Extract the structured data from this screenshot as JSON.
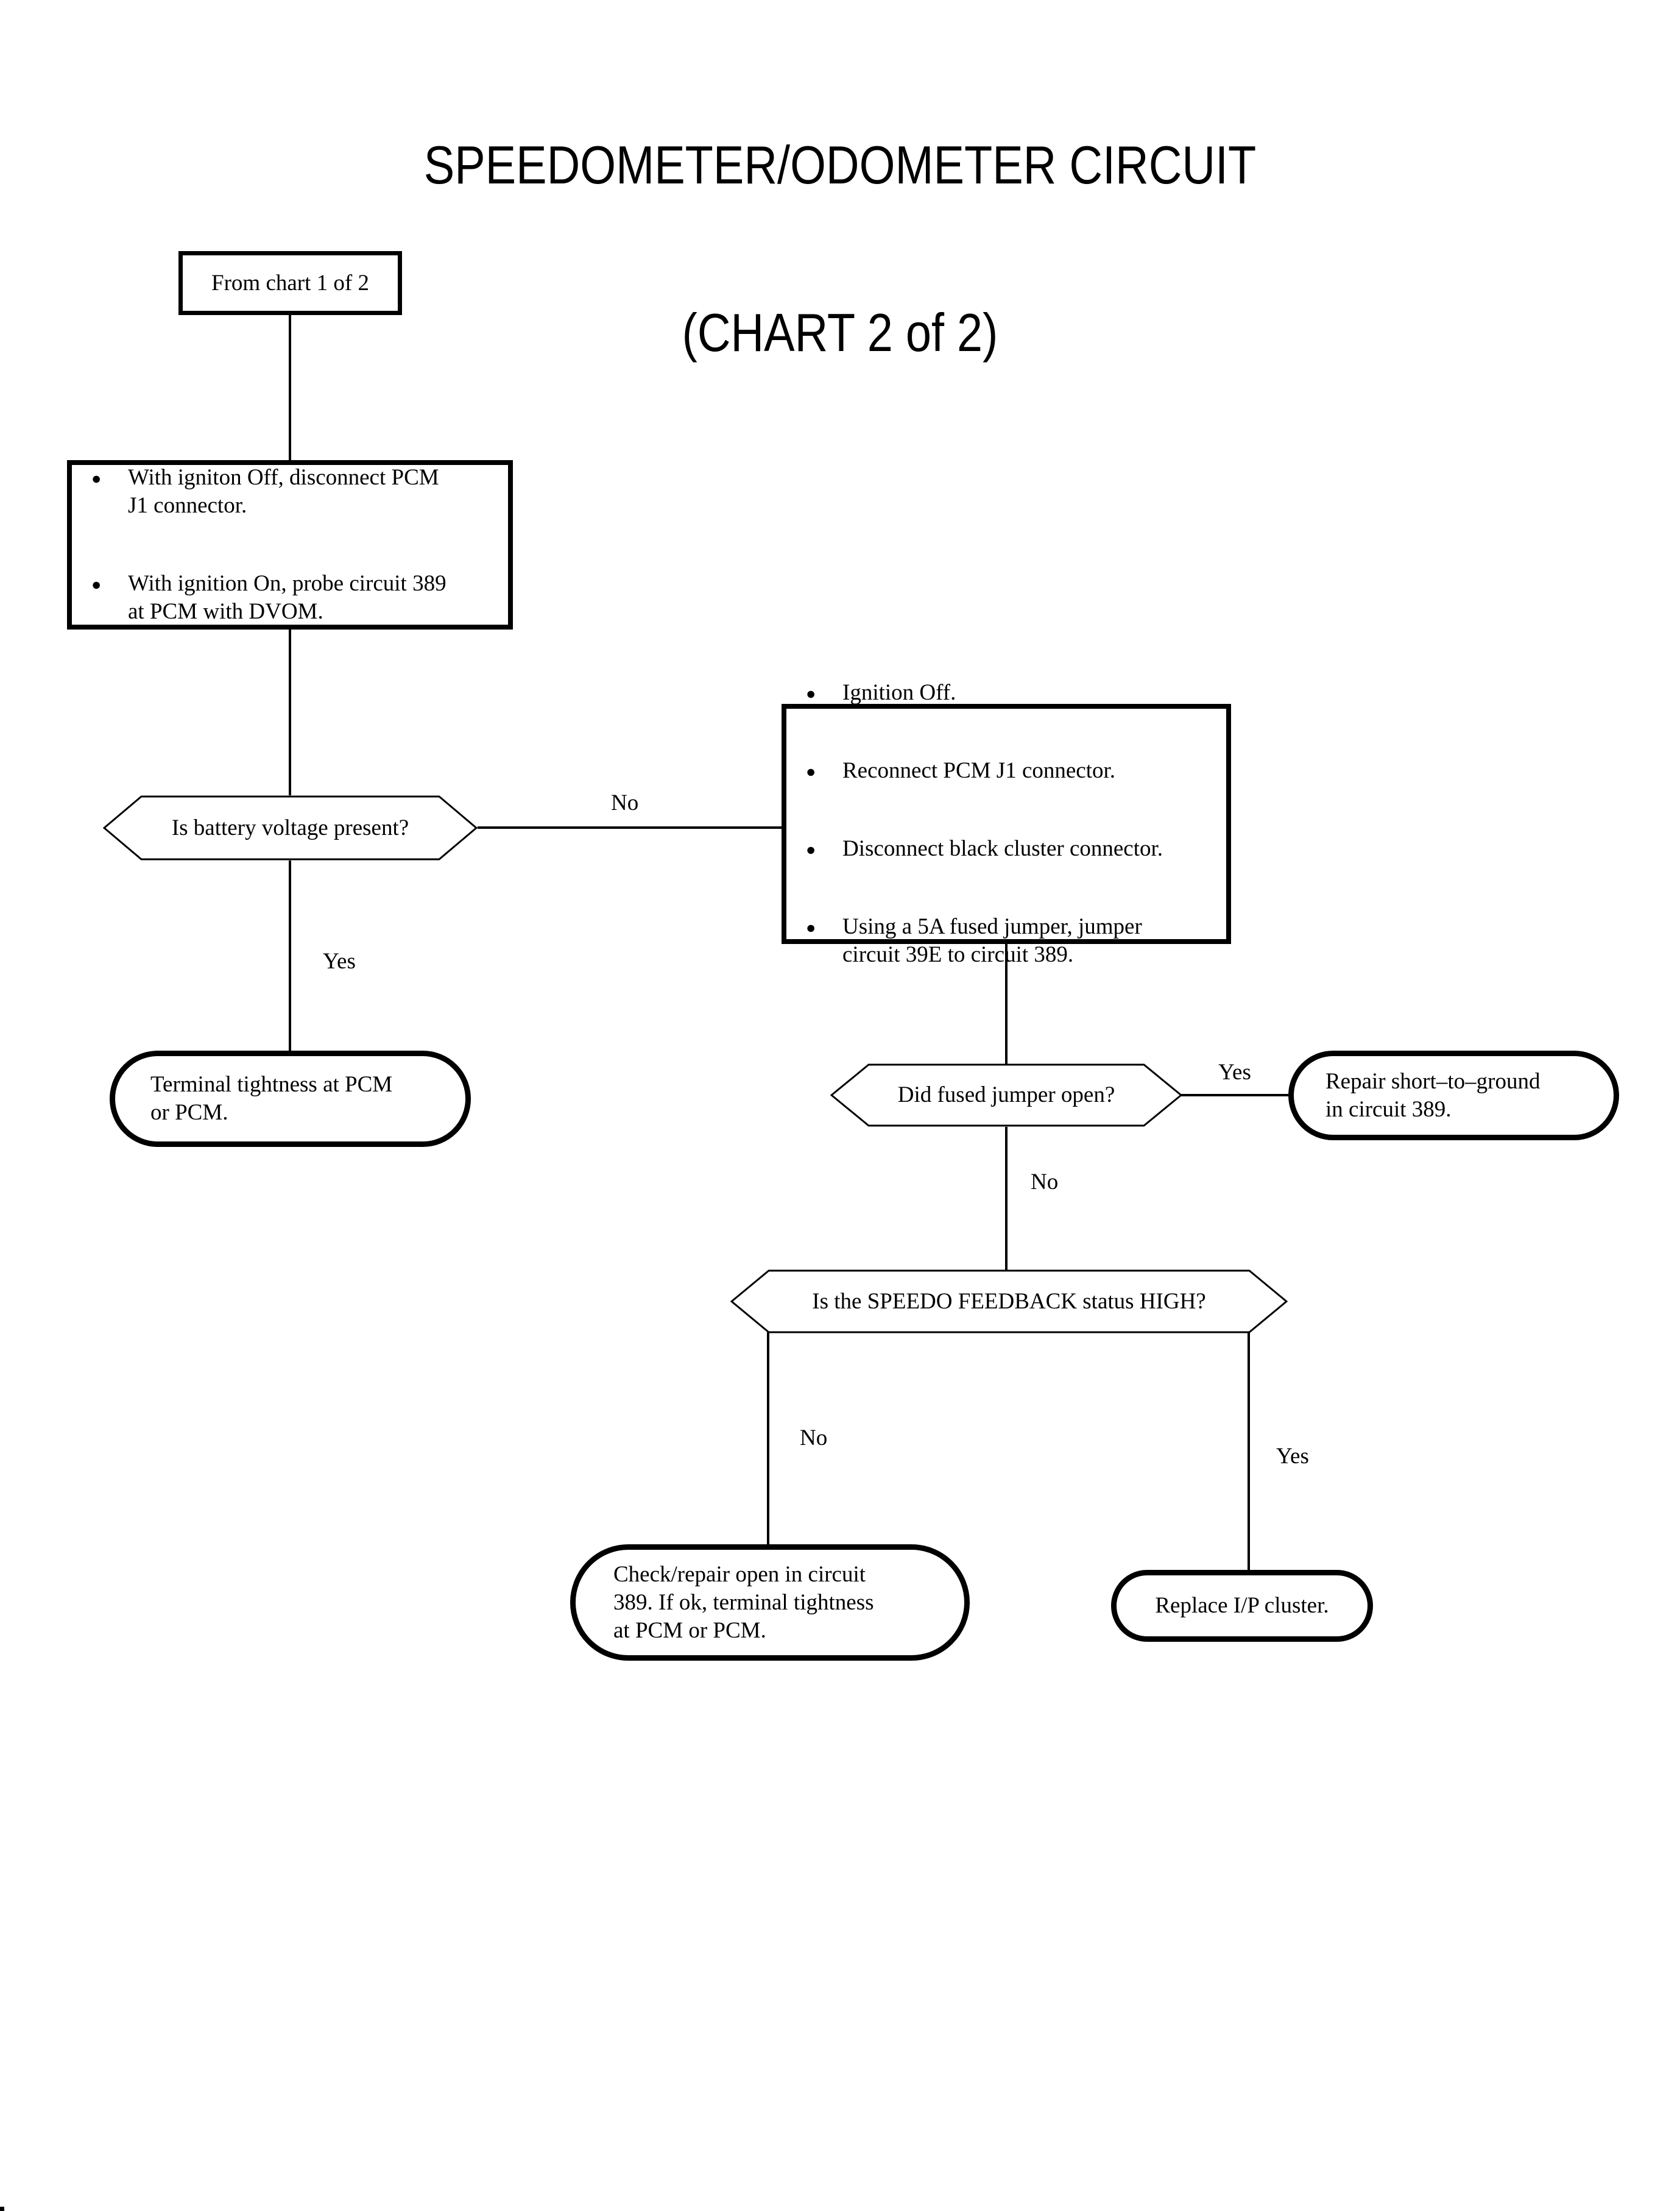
{
  "title": {
    "line1": "SPEEDOMETER/ODOMETER CIRCUIT",
    "line2": "(CHART 2 of 2)"
  },
  "colors": {
    "ink": "#000000",
    "paper": "#ffffff"
  },
  "nodes": {
    "start": {
      "label": "From chart 1 of 2"
    },
    "probe_battery": {
      "bullets": [
        "With igniton Off, disconnect PCM\nJ1 connector.",
        "With ignition On, probe circuit 389\nat PCM with DVOM."
      ]
    },
    "decision_battery": {
      "label": "Is battery voltage present?"
    },
    "terminal_tightness": {
      "label": "Terminal tightness at PCM\nor PCM."
    },
    "jumper_setup": {
      "bullets": [
        "Ignition Off.",
        "Reconnect PCM J1 connector.",
        "Disconnect black cluster connector.",
        "Using a 5A fused jumper, jumper\ncircuit 39E to circuit 389."
      ]
    },
    "decision_jumper": {
      "label": "Did fused jumper open?"
    },
    "repair_short": {
      "label": "Repair short–to–ground\nin circuit 389."
    },
    "decision_speedo": {
      "label": "Is the SPEEDO FEEDBACK status HIGH?"
    },
    "check_repair": {
      "label": "Check/repair open in circuit\n389. If ok, terminal tightness\nat PCM or PCM."
    },
    "replace_cluster": {
      "label": "Replace I/P cluster."
    }
  },
  "edge_labels": {
    "battery_no": "No",
    "battery_yes": "Yes",
    "jumper_yes": "Yes",
    "jumper_no": "No",
    "speedo_no": "No",
    "speedo_yes": "Yes"
  }
}
